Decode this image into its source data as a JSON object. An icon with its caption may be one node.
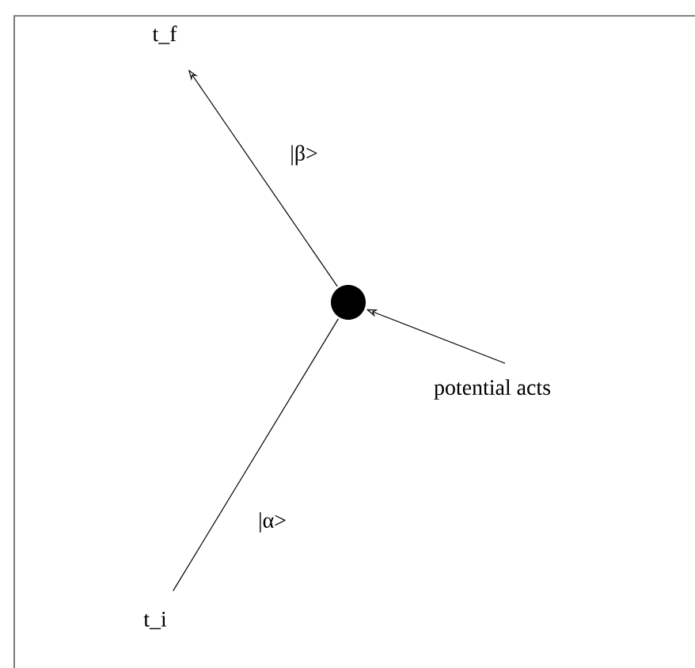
{
  "diagram": {
    "nodes": [
      {
        "text": [
          "t_f"
        ]
      },
      {
        "text": [],
        "shape": "circle"
      },
      {
        "text": [
          "potential acts"
        ]
      },
      {
        "text": [
          "t_i"
        ]
      }
    ],
    "edges": [
      {
        "from": 1,
        "to": 0,
        "arrow": "to",
        "label": "|β>"
      },
      {
        "from": 3,
        "to": 1,
        "arrow": "none",
        "label": "|α>"
      },
      {
        "from": 2,
        "to": 1,
        "arrow": "to"
      }
    ]
  }
}
